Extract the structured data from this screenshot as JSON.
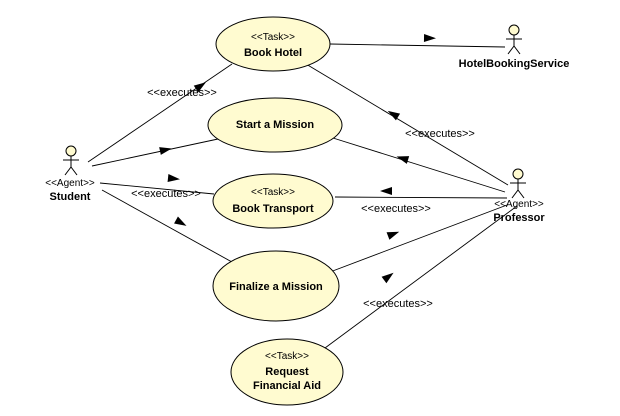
{
  "diagram": {
    "actors": {
      "student": {
        "stereotype": "<<Agent>>",
        "name": "Student"
      },
      "professor": {
        "stereotype": "<<Agent>>",
        "name": "Professor"
      },
      "hotel_service": {
        "name": "HotelBookingService"
      }
    },
    "usecases": {
      "book_hotel": {
        "stereotype": "<<Task>>",
        "name": "Book Hotel"
      },
      "start_mission": {
        "name": "Start a Mission"
      },
      "book_transport": {
        "stereotype": "<<Task>>",
        "name": "Book Transport"
      },
      "finalize_mission": {
        "name": "Finalize a Mission"
      },
      "request_aid": {
        "stereotype": "<<Task>>",
        "name_line1": "Request",
        "name_line2": "Financial Aid"
      }
    },
    "labels": {
      "student_book_hotel": "<<executes>>",
      "student_book_transport": "<<executes>>",
      "professor_book_hotel": "<<executes>>",
      "professor_book_transport": "<<executes>>",
      "professor_request_aid": "<<executes>>"
    }
  }
}
